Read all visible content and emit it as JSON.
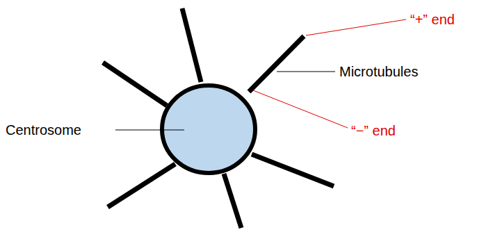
{
  "diagram": {
    "labels": [
      "Centrosome",
      "Microtubules",
      "“+” end",
      "“−” end"
    ]
  }
}
